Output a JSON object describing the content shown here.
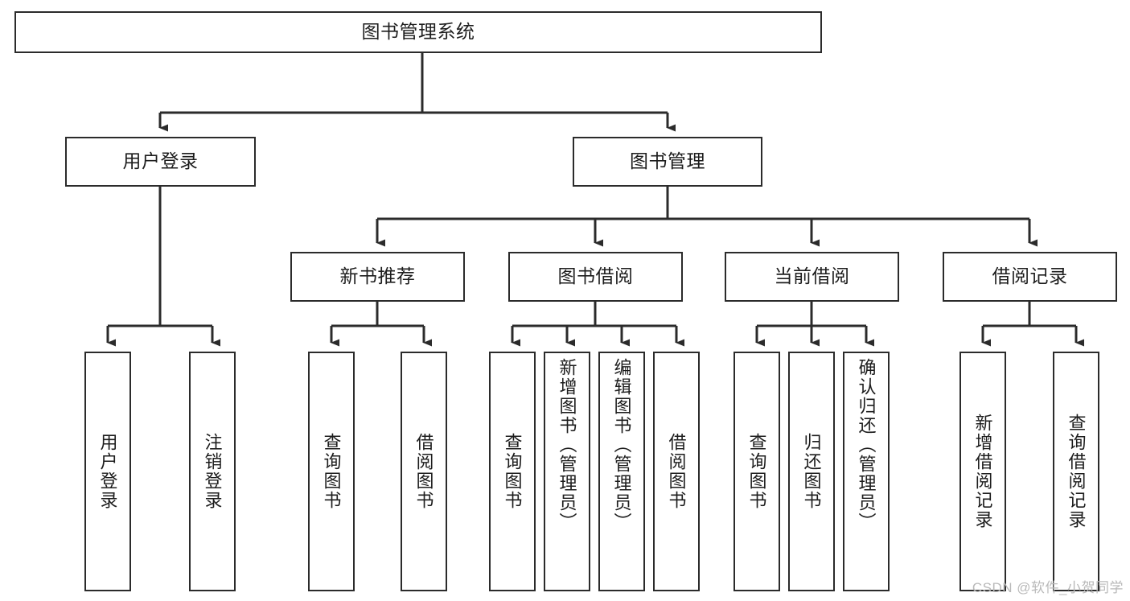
{
  "diagram": {
    "type": "tree",
    "orientation": "top-down",
    "title": "图书管理系统",
    "stroke_color": "#2b2b2b",
    "text_color": "#1d1d1d",
    "background_color": "#ffffff",
    "levels": 4,
    "nodes": {
      "root": {
        "label": "图书管理系统",
        "level": 0
      },
      "l1": [
        {
          "label": "用户登录",
          "level": 1
        },
        {
          "label": "图书管理",
          "level": 1
        }
      ],
      "l2": [
        {
          "label": "新书推荐",
          "level": 2,
          "parent": "图书管理"
        },
        {
          "label": "图书借阅",
          "level": 2,
          "parent": "图书管理"
        },
        {
          "label": "当前借阅",
          "level": 2,
          "parent": "图书管理"
        },
        {
          "label": "借阅记录",
          "level": 2,
          "parent": "图书管理"
        }
      ],
      "leaves": {
        "user_login": [
          {
            "label": "用户登录",
            "parent": "用户登录"
          },
          {
            "label": "注销登录",
            "parent": "用户登录"
          }
        ],
        "new_book": [
          {
            "label": "查询图书",
            "parent": "新书推荐"
          },
          {
            "label": "借阅图书",
            "parent": "新书推荐"
          }
        ],
        "borrow": [
          {
            "label": "查询图书",
            "parent": "图书借阅"
          },
          {
            "label": "新增图书（管理员）",
            "parent": "图书借阅"
          },
          {
            "label": "编辑图书（管理员）",
            "parent": "图书借阅"
          },
          {
            "label": "借阅图书",
            "parent": "图书借阅"
          }
        ],
        "current": [
          {
            "label": "查询图书",
            "parent": "当前借阅"
          },
          {
            "label": "归还图书",
            "parent": "当前借阅"
          },
          {
            "label": "确认归还（管理员）",
            "parent": "当前借阅"
          }
        ],
        "records": [
          {
            "label": "新增借阅记录",
            "parent": "借阅记录"
          },
          {
            "label": "查询借阅记录",
            "parent": "借阅记录"
          }
        ]
      }
    }
  },
  "watermark": {
    "text": "CSDN @软件_小贺同学",
    "color": "#b9b9b9"
  }
}
